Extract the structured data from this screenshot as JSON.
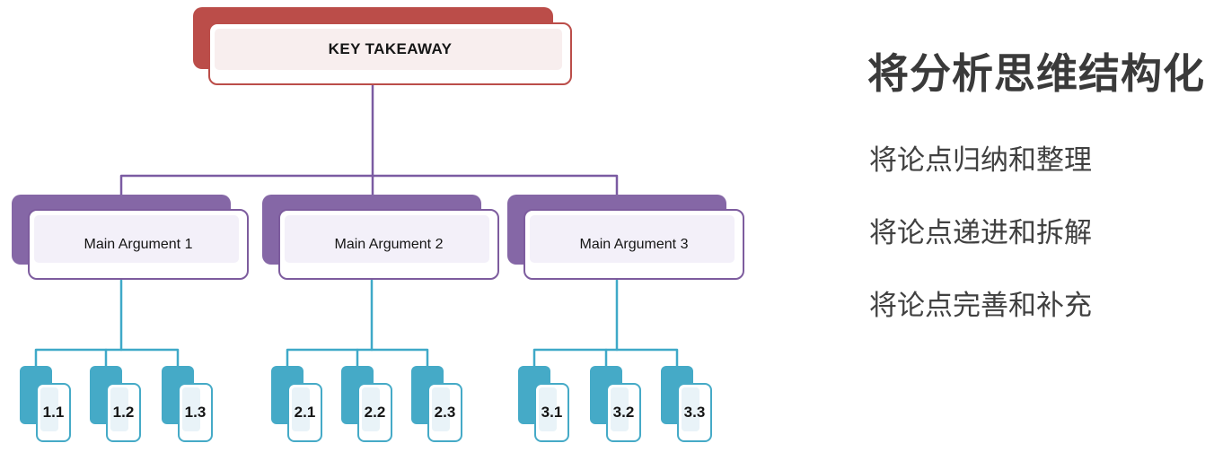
{
  "mindmap": {
    "root": {
      "label": "KEY TAKEAWAY"
    },
    "branches": [
      {
        "label": "Main Argument 1",
        "leaves": [
          "1.1",
          "1.2",
          "1.3"
        ]
      },
      {
        "label": "Main Argument 2",
        "leaves": [
          "2.1",
          "2.2",
          "2.3"
        ]
      },
      {
        "label": "Main Argument 3",
        "leaves": [
          "3.1",
          "3.2",
          "3.3"
        ]
      }
    ],
    "colors": {
      "root_accent": "#bb4d49",
      "root_tint": "#f8eeee",
      "branch_accent": "#8567a6",
      "branch_border": "#7d5c9e",
      "branch_tint": "#f3f0f9",
      "leaf_accent": "#45aac7",
      "leaf_tint": "#e9f3f8",
      "connector_purple": "#7b5ba2",
      "connector_teal": "#3fa9c8"
    }
  },
  "caption": {
    "heading": "将分析思维结构化",
    "points": [
      "将论点归纳和整理",
      "将论点递进和拆解",
      "将论点完善和补充"
    ],
    "text_color": "#3d3d3d"
  }
}
